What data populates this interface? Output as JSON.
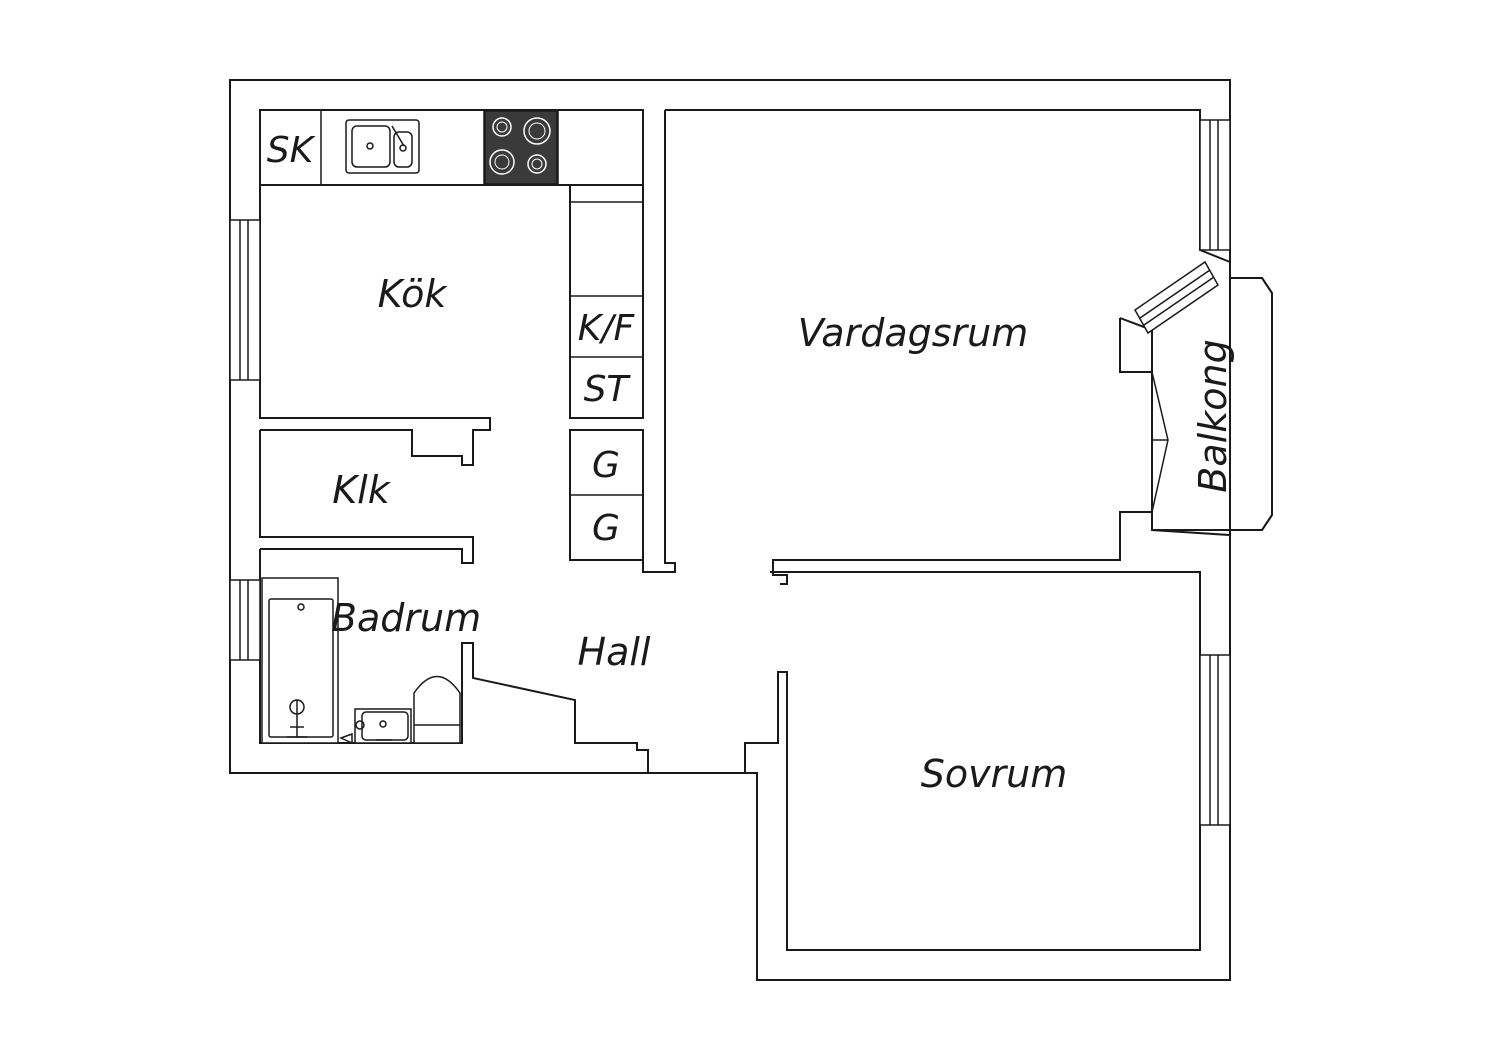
{
  "rooms": {
    "kitchen": "Kök",
    "closet": "Klk",
    "bathroom": "Badrum",
    "hall": "Hall",
    "living_room": "Vardagsrum",
    "bedroom": "Sovrum",
    "balcony": "Balkong"
  },
  "units": {
    "cleaning_cabinet": "SK",
    "fridge_freezer": "K/F",
    "storage": "ST",
    "wardrobe_1": "G",
    "wardrobe_2": "G"
  },
  "colors": {
    "line": "#1a1a1a",
    "stove": "#3a3a3a",
    "background": "#ffffff"
  }
}
